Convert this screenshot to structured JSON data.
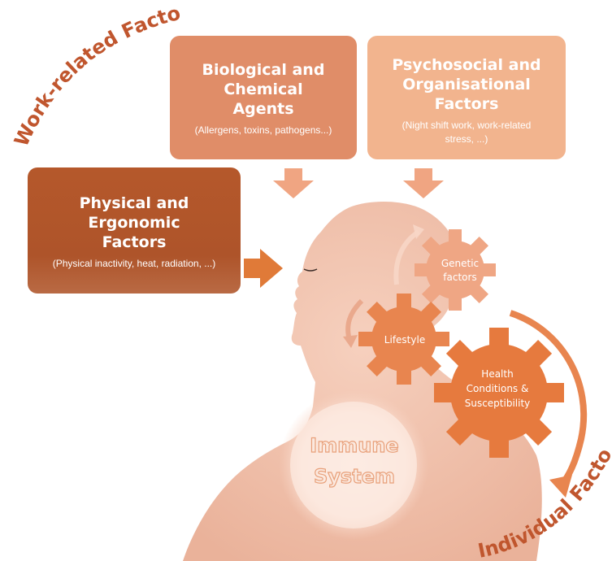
{
  "labels": {
    "work_related": "Work-related Factors",
    "individual": "Individual Factors"
  },
  "boxes": {
    "biological": {
      "title_line1": "Biological and Chemical",
      "title_line2": "Agents",
      "subtitle": "(Allergens, toxins, pathogens...)"
    },
    "psychosocial": {
      "title_line1": "Psychosocial and",
      "title_line2": "Organisational Factors",
      "subtitle_line1": "(Night shift work, work-related",
      "subtitle_line2": "stress, ...)"
    },
    "physical": {
      "title_line1": "Physical and Ergonomic",
      "title_line2": "Factors",
      "subtitle": "(Physical inactivity, heat, radiation, ...)"
    }
  },
  "gears": {
    "genetic": {
      "line1": "Genetic",
      "line2": "factors"
    },
    "lifestyle": {
      "line1": "Lifestyle"
    },
    "health": {
      "line1": "Health",
      "line2": "Conditions &",
      "line3": "Susceptibility"
    }
  },
  "immune": {
    "line1": "Immune",
    "line2": "System"
  },
  "colors": {
    "dark_orange": "#b5582b",
    "medium_orange": "#e08d68",
    "light_orange": "#f2b48e",
    "gear_orange": "#e8854f",
    "label_red": "#c0562e",
    "skin": "#f3c3ad"
  }
}
